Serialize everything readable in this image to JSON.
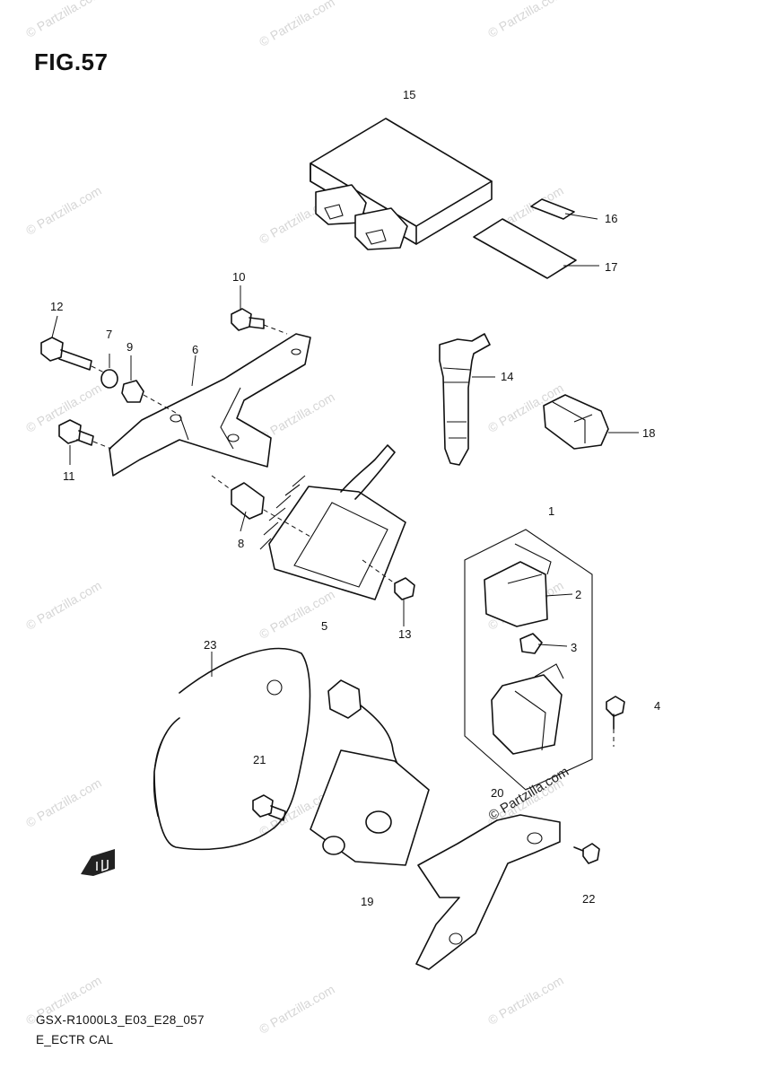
{
  "figure": {
    "title": "FIG.57"
  },
  "callouts": [
    "15",
    "16",
    "17",
    "10",
    "12",
    "7",
    "9",
    "6",
    "11",
    "14",
    "18",
    "1",
    "8",
    "5",
    "13",
    "2",
    "3",
    "4",
    "23",
    "21",
    "19",
    "22",
    "20"
  ],
  "footer": {
    "model_code": "GSX-R1000L3_E03_E28_057",
    "section": "E_ECTR CAL"
  },
  "watermark": {
    "text": "© Partzilla.com",
    "color": "#d6d6d6"
  },
  "icons": {
    "front_arrow": "front-direction-arrow-icon"
  }
}
